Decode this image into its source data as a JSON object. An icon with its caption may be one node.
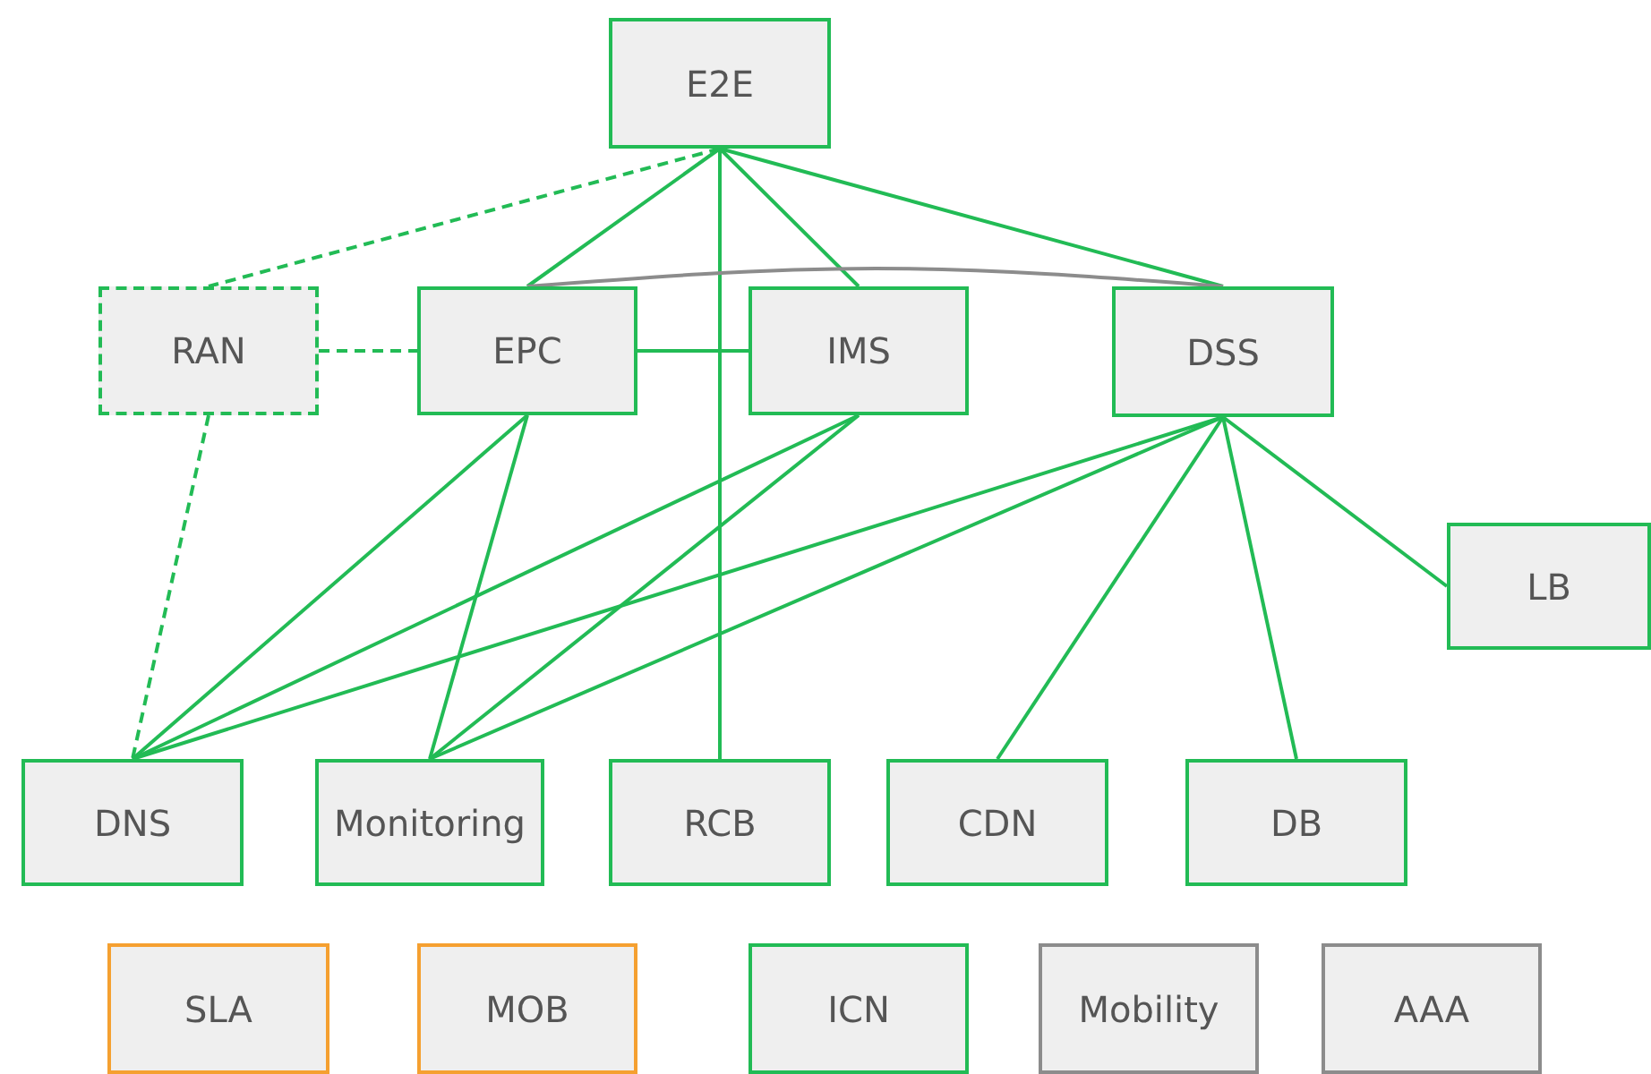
{
  "diagram": {
    "nodes": [
      {
        "text": [
          "E2E"
        ]
      },
      {
        "text": [
          "RAN"
        ]
      },
      {
        "text": [
          "EPC"
        ]
      },
      {
        "text": [
          "IMS"
        ]
      },
      {
        "text": [
          "DSS"
        ]
      },
      {
        "text": [
          "LB"
        ]
      },
      {
        "text": [
          "DNS"
        ]
      },
      {
        "text": [
          "Monitoring"
        ]
      },
      {
        "text": [
          "RCB"
        ]
      },
      {
        "text": [
          "CDN"
        ]
      },
      {
        "text": [
          "DB"
        ]
      },
      {
        "text": [
          "SLA"
        ]
      },
      {
        "text": [
          "MOB"
        ]
      },
      {
        "text": [
          "ICN"
        ]
      },
      {
        "text": [
          "Mobility"
        ]
      },
      {
        "text": [
          "AAA"
        ]
      }
    ],
    "edges": [
      {
        "from": 0,
        "to": 1,
        "arrow": "none",
        "style": "dashed"
      },
      {
        "from": 0,
        "to": 2,
        "arrow": "none"
      },
      {
        "from": 0,
        "to": 8,
        "arrow": "none"
      },
      {
        "from": 0,
        "to": 3,
        "arrow": "none"
      },
      {
        "from": 0,
        "to": 4,
        "arrow": "none"
      },
      {
        "from": 2,
        "to": 4,
        "arrow": "none",
        "color": "#8c8c8c"
      },
      {
        "from": 1,
        "to": 2,
        "arrow": "none",
        "style": "dashed"
      },
      {
        "from": 2,
        "to": 3,
        "arrow": "none"
      },
      {
        "from": 1,
        "to": 6,
        "arrow": "none",
        "style": "dashed"
      },
      {
        "from": 2,
        "to": 6,
        "arrow": "none"
      },
      {
        "from": 2,
        "to": 7,
        "arrow": "none"
      },
      {
        "from": 3,
        "to": 6,
        "arrow": "none"
      },
      {
        "from": 3,
        "to": 7,
        "arrow": "none"
      },
      {
        "from": 4,
        "to": 6,
        "arrow": "none"
      },
      {
        "from": 4,
        "to": 7,
        "arrow": "none"
      },
      {
        "from": 4,
        "to": 9,
        "arrow": "none"
      },
      {
        "from": 4,
        "to": 10,
        "arrow": "none"
      },
      {
        "from": 4,
        "to": 5,
        "arrow": "none"
      }
    ]
  }
}
